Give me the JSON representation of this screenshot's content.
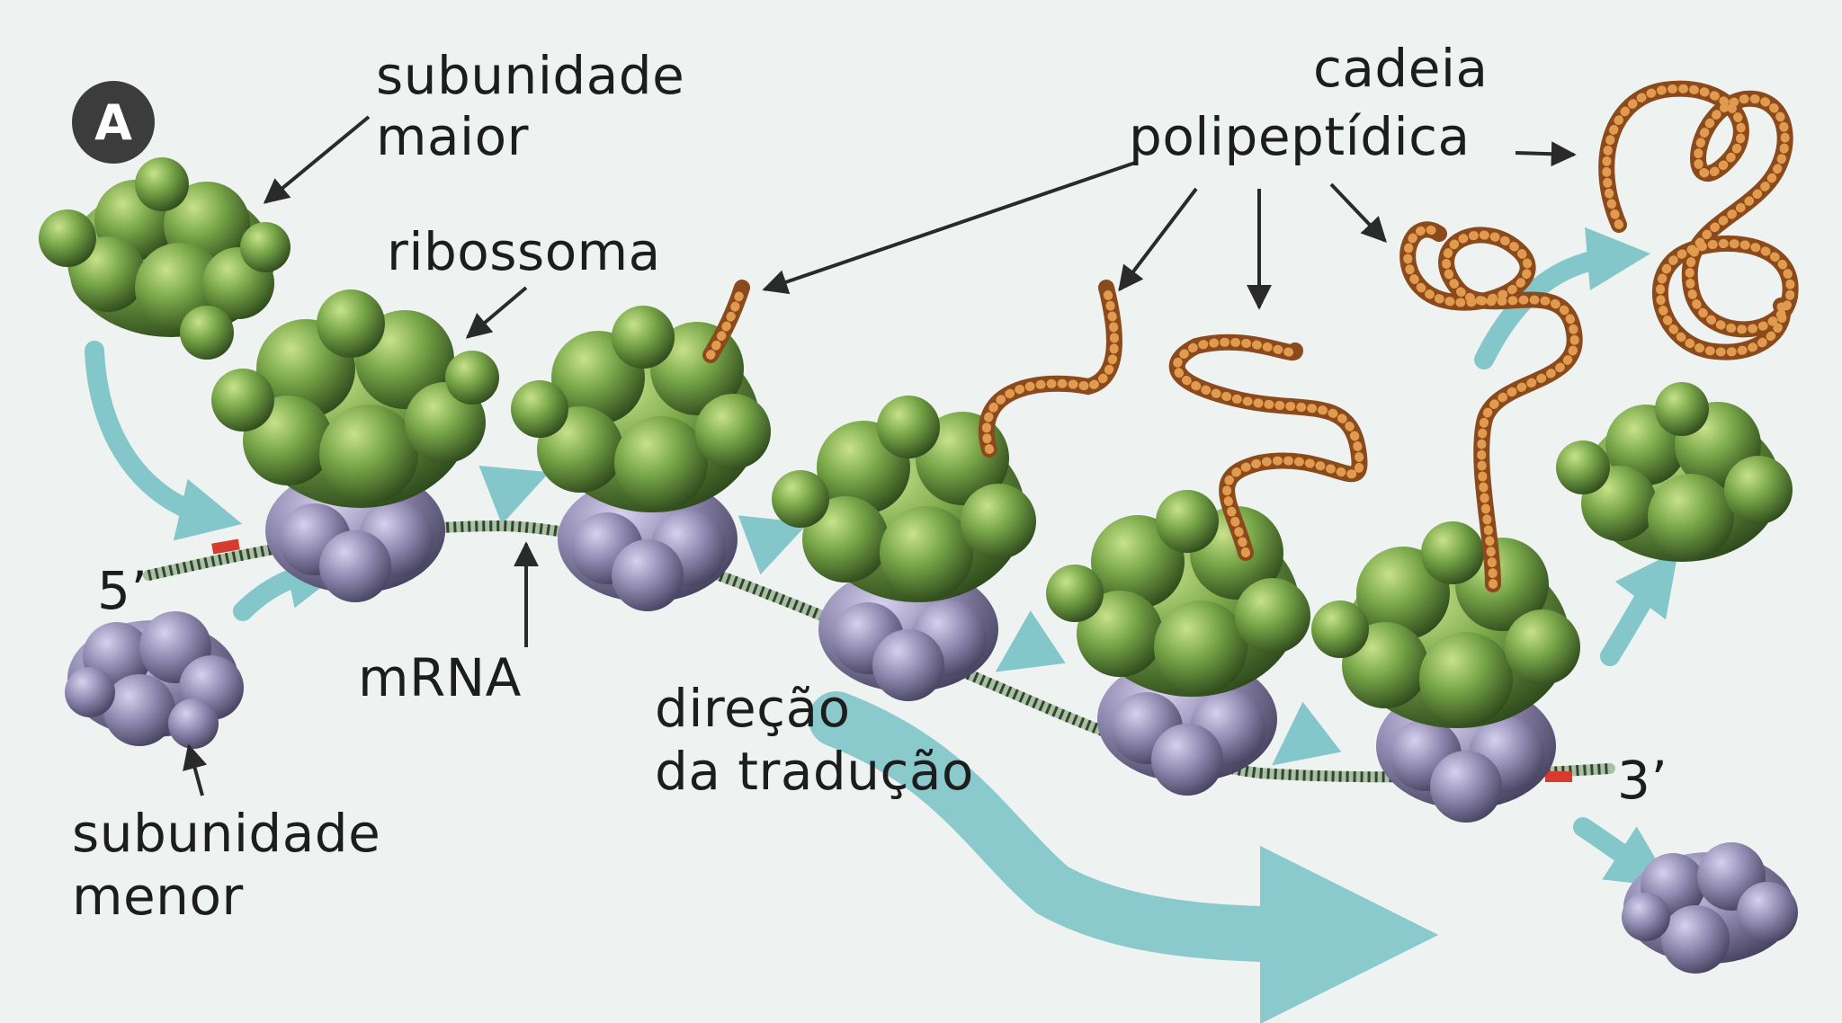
{
  "panel_badge": "A",
  "labels": {
    "large_subunit": [
      "subunidade",
      "maior"
    ],
    "ribosome": "ribossoma",
    "polypeptide": [
      "cadeia",
      "polipeptídica"
    ],
    "five_prime": "5’",
    "mrna": "mRNA",
    "direction": [
      "direção",
      "da tradução"
    ],
    "three_prime": "3’",
    "small_subunit": [
      "subunidade",
      "menor"
    ]
  },
  "colors": {
    "large_subunit": "#6f9a45",
    "small_subunit": "#8e87ad",
    "polypeptide": "#b9642b",
    "mrna": "#5f7f62",
    "flow_arrow": "#79c3c6",
    "pointer": "#2a2a2a",
    "codon_marker": "#d63b2e"
  }
}
